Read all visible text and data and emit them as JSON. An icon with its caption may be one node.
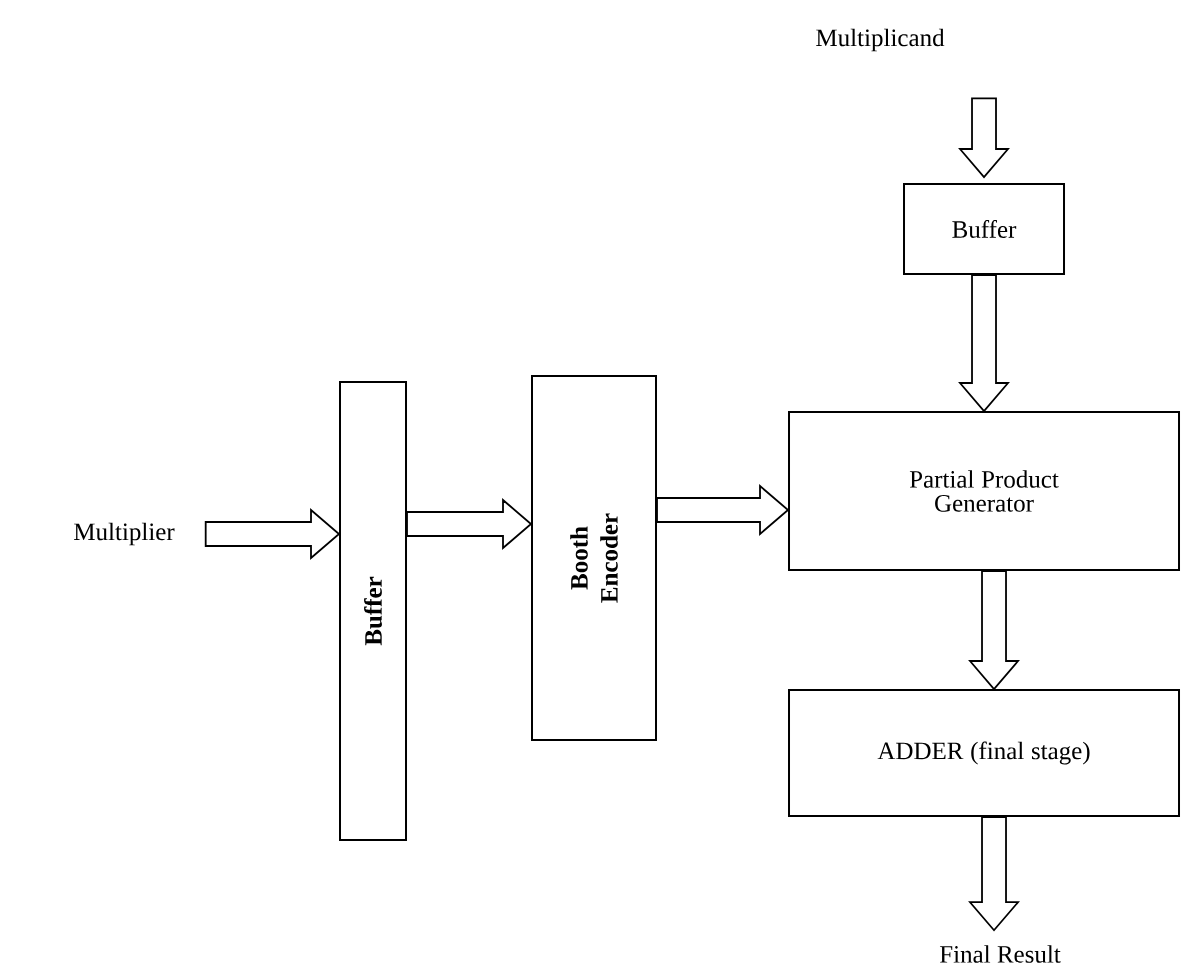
{
  "diagram": {
    "nodes": [
      {
        "text": [
          "Multiplier"
        ]
      },
      {
        "text": [
          "Buffer"
        ]
      },
      {
        "text": [
          "Booth Encoder"
        ]
      },
      {
        "text": [
          "Multiplicand"
        ]
      },
      {
        "text": [
          "Buffer"
        ]
      },
      {
        "text": [
          "Partial Product Generator"
        ]
      },
      {
        "text": [
          "ADDER (final stage)"
        ]
      },
      {
        "text": [
          "Final Result"
        ]
      }
    ],
    "edges": [
      {
        "from": 0,
        "to": 1,
        "arrow": "to"
      },
      {
        "from": 1,
        "to": 2,
        "arrow": "to"
      },
      {
        "from": 2,
        "to": 5,
        "arrow": "to"
      },
      {
        "from": 3,
        "to": 4,
        "arrow": "to"
      },
      {
        "from": 4,
        "to": 5,
        "arrow": "to"
      },
      {
        "from": 5,
        "to": 6,
        "arrow": "to"
      },
      {
        "from": 6,
        "to": 7,
        "arrow": "to"
      }
    ]
  }
}
